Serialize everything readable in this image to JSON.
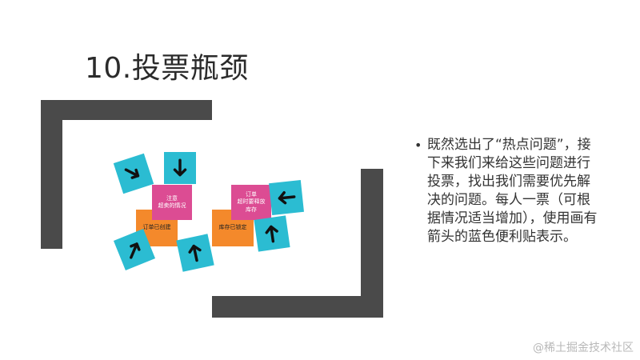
{
  "slide": {
    "title": "10.投票瓶颈",
    "bullet_text": "既然选出了“热点问题”，接下来我们来给这些问题进行投票，找出我们需要优先解决的问题。每人一票（可根据情况适当增加），使用画有箭头的蓝色便利贴表示。",
    "watermark": "@稀土掘金技术社区"
  },
  "notes": {
    "order_created": "订单已创建",
    "timeout_case": "注意\n超卖的情况",
    "inventory_locked": "库存已锁定",
    "timeout_release": "订单\n超时要释放\n库存"
  },
  "icons": {
    "vote_note": "arrow-icon"
  },
  "colors": {
    "bar": "#4a4a4a",
    "orange_note": "#f4892b",
    "pink_note": "#dc4c93",
    "blue_note": "#2bbcd2"
  }
}
